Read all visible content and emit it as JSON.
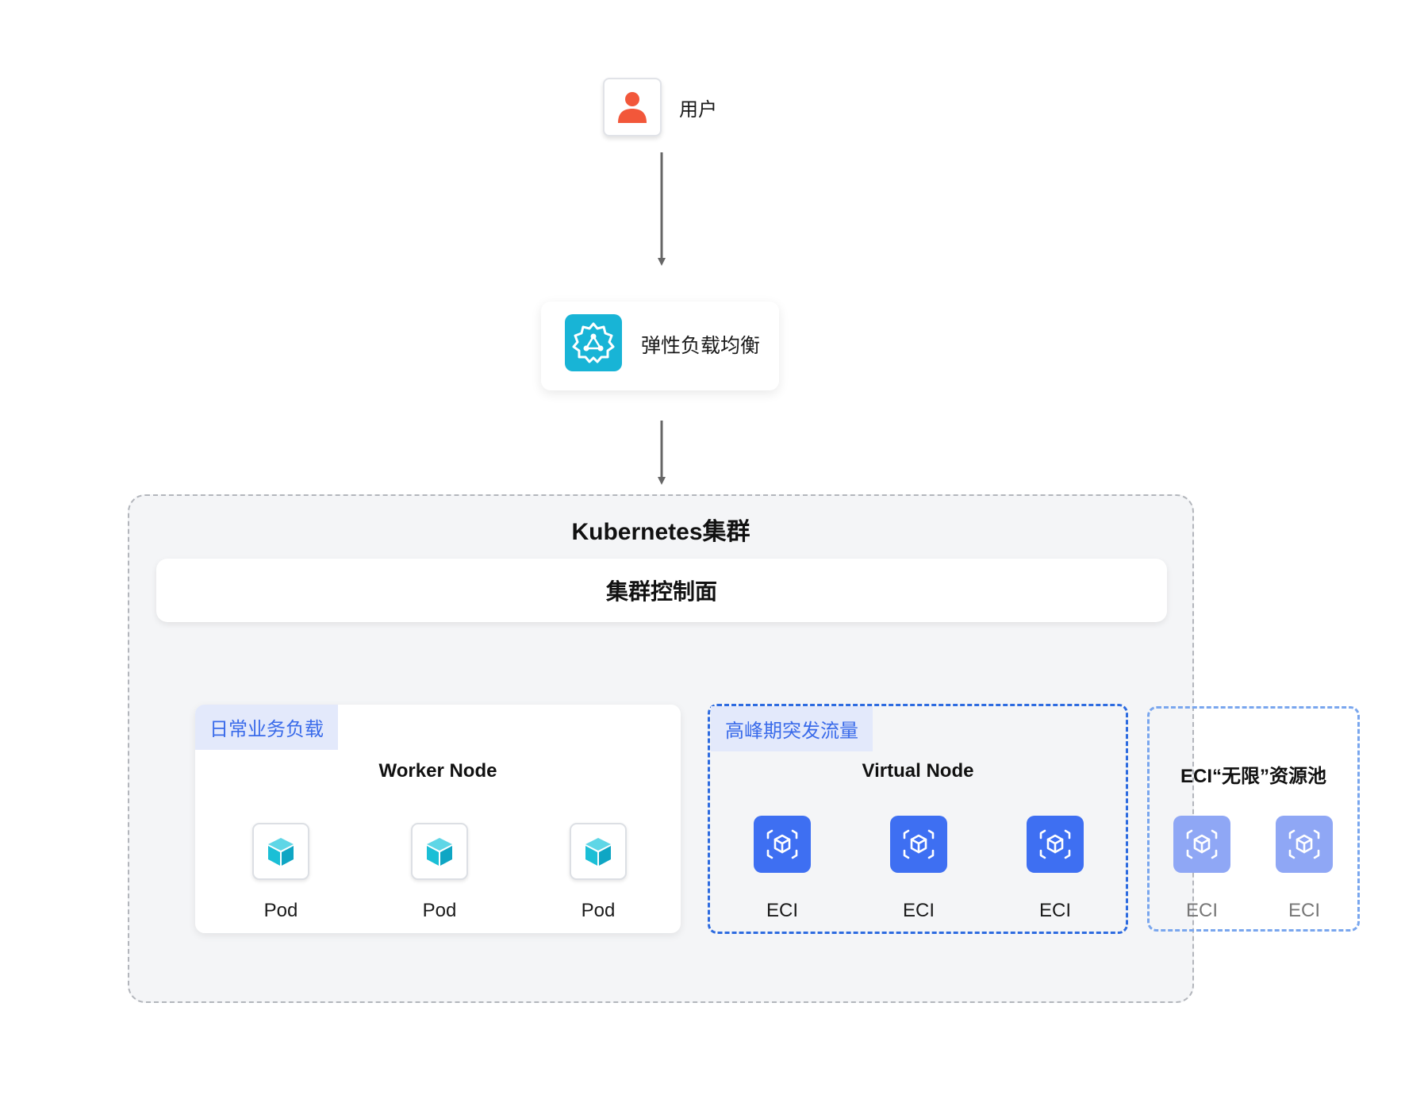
{
  "user": {
    "label": "用户",
    "icon": "user-icon"
  },
  "load_balancer": {
    "label": "弹性负载均衡",
    "icon": "load-balancer-icon"
  },
  "cluster": {
    "title": "Kubernetes集群",
    "control_plane": "集群控制面",
    "worker": {
      "tag": "日常业务负载",
      "title": "Worker Node",
      "items": [
        "Pod",
        "Pod",
        "Pod"
      ]
    },
    "virtual": {
      "tag": "高峰期突发流量",
      "title": "Virtual Node",
      "items": [
        "ECI",
        "ECI",
        "ECI"
      ]
    }
  },
  "pool": {
    "title": "ECI“无限”资源池",
    "items": [
      "ECI",
      "ECI"
    ]
  },
  "colors": {
    "user_accent": "#f2573a",
    "lb_accent": "#18b4d6",
    "pod_accent": "#1bbfd6",
    "eci_accent": "#3e6ff2",
    "pool_accent": "#8fa7f5",
    "tag_text": "#3a6bea",
    "tag_bg": "#e3e9fb",
    "arrow": "#666666"
  }
}
